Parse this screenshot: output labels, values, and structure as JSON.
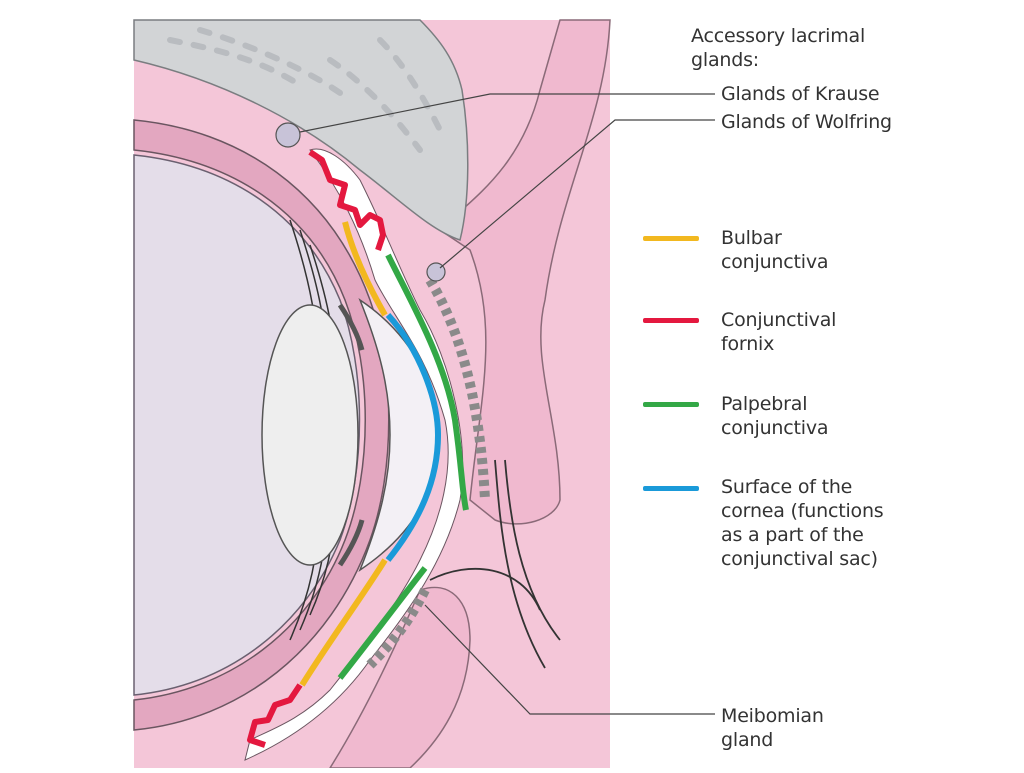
{
  "labels": {
    "accessory": "Accessory lacrimal\nglands:",
    "krause": "Glands of Krause",
    "wolfring": "Glands of Wolfring",
    "meibomian": "Meibomian\ngland"
  },
  "legend": [
    {
      "label": "Bulbar\nconjunctiva",
      "color": "#f2b81f"
    },
    {
      "label": "Conjunctival\nfornix",
      "color": "#e4183f"
    },
    {
      "label": "Palpebral\nconjunctiva",
      "color": "#33a846"
    },
    {
      "label": "Surface of the\ncornea (functions\nas a part of the\nconjunctival sac)",
      "color": "#1a9ad9"
    }
  ],
  "colors": {
    "tissue": "#f4c6d8",
    "tissue_dark": "#dc9bb6",
    "bone": "#d2d4d6",
    "eyeball": "#e4dde9",
    "lens": "#eeeeee",
    "outline": "#555555",
    "leader": "#444444"
  }
}
